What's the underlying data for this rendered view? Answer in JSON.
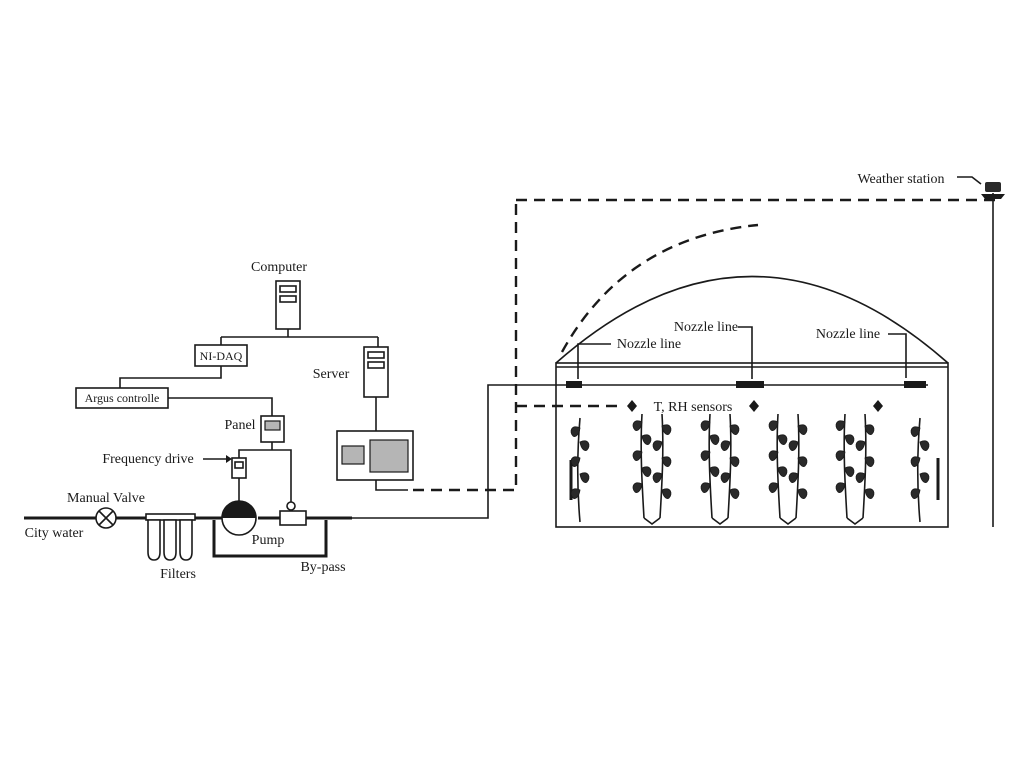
{
  "labels": {
    "computer": "Computer",
    "ni_daq": "NI-DAQ",
    "argus_controller": "Argus controlle",
    "server": "Server",
    "panel": "Panel",
    "frequency_drive": "Frequency drive",
    "manual_valve": "Manual Valve",
    "city_water": "City water",
    "pump": "Pump",
    "filters": "Filters",
    "bypass": "By-pass",
    "weather_station": "Weather station",
    "nozzle_line_left": "Nozzle line",
    "nozzle_line_center": "Nozzle line",
    "nozzle_line_right": "Nozzle line",
    "sensors": "T, RH sensors"
  },
  "colors": {
    "line": "#1a1a1a",
    "screen_fill": "#b5b5b5",
    "background": "#ffffff"
  }
}
